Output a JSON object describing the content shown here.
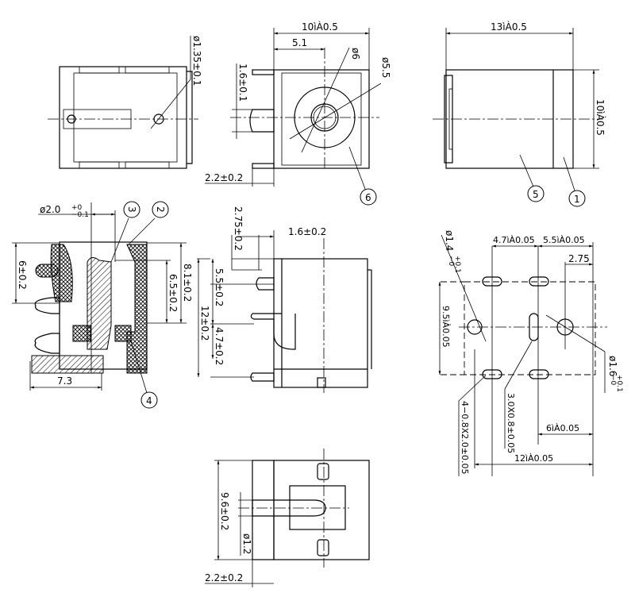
{
  "title": "DC power jack technical drawing",
  "views": {
    "side_top": {
      "hole_dia": "ø1.35±0.1"
    },
    "front": {
      "width": "10ìÀ0.5",
      "center": "5.1",
      "pin_h": "1.6±0.1",
      "dia_outer": "ø6",
      "dia_inner": "ø5.5",
      "pin_offset": "2.2±0.2",
      "callout": "6"
    },
    "end": {
      "length": "13ìÀ0.5",
      "height": "10ìÀ0.5",
      "callouts": [
        "5",
        "1"
      ]
    },
    "section": {
      "pin_dia_main": "ø2.0",
      "pin_tol_upper": "+0",
      "pin_tol_lower": "−0.1",
      "height_left": "6±0.2",
      "height_a": "8.1±0.2",
      "height_b": "6.5±0.2",
      "base": "7.3",
      "callouts": [
        "3",
        "2",
        "4"
      ]
    },
    "side": {
      "d1": "2.75±0.2",
      "d2": "1.6±0.2",
      "d3": "5.5±0.2",
      "d4": "4.7±0.2",
      "d5": "12±0.2"
    },
    "pcb": {
      "d1": "4.7ìÀ0.05",
      "d2": "5.5ìÀ0.05",
      "d3": "2.75",
      "d4": "9.5ìÀ0.05",
      "hole_left_main": "ø1.4",
      "hole_left_tol_upper": "+0.1",
      "hole_left_tol_lower": "−0",
      "hole_right_main": "ø1.6",
      "hole_right_tol_upper": "+0.1",
      "hole_right_tol_lower": "−0",
      "slot_center": "3.0X0.8±0.05",
      "slots": "4−0.8X2.0±0.05",
      "d5": "6ìÀ0.05",
      "d6": "12ìÀ0.05"
    },
    "bottom": {
      "height": "9.6±0.2",
      "pin_dia": "ø1.2",
      "offset": "2.2±0.2"
    }
  }
}
